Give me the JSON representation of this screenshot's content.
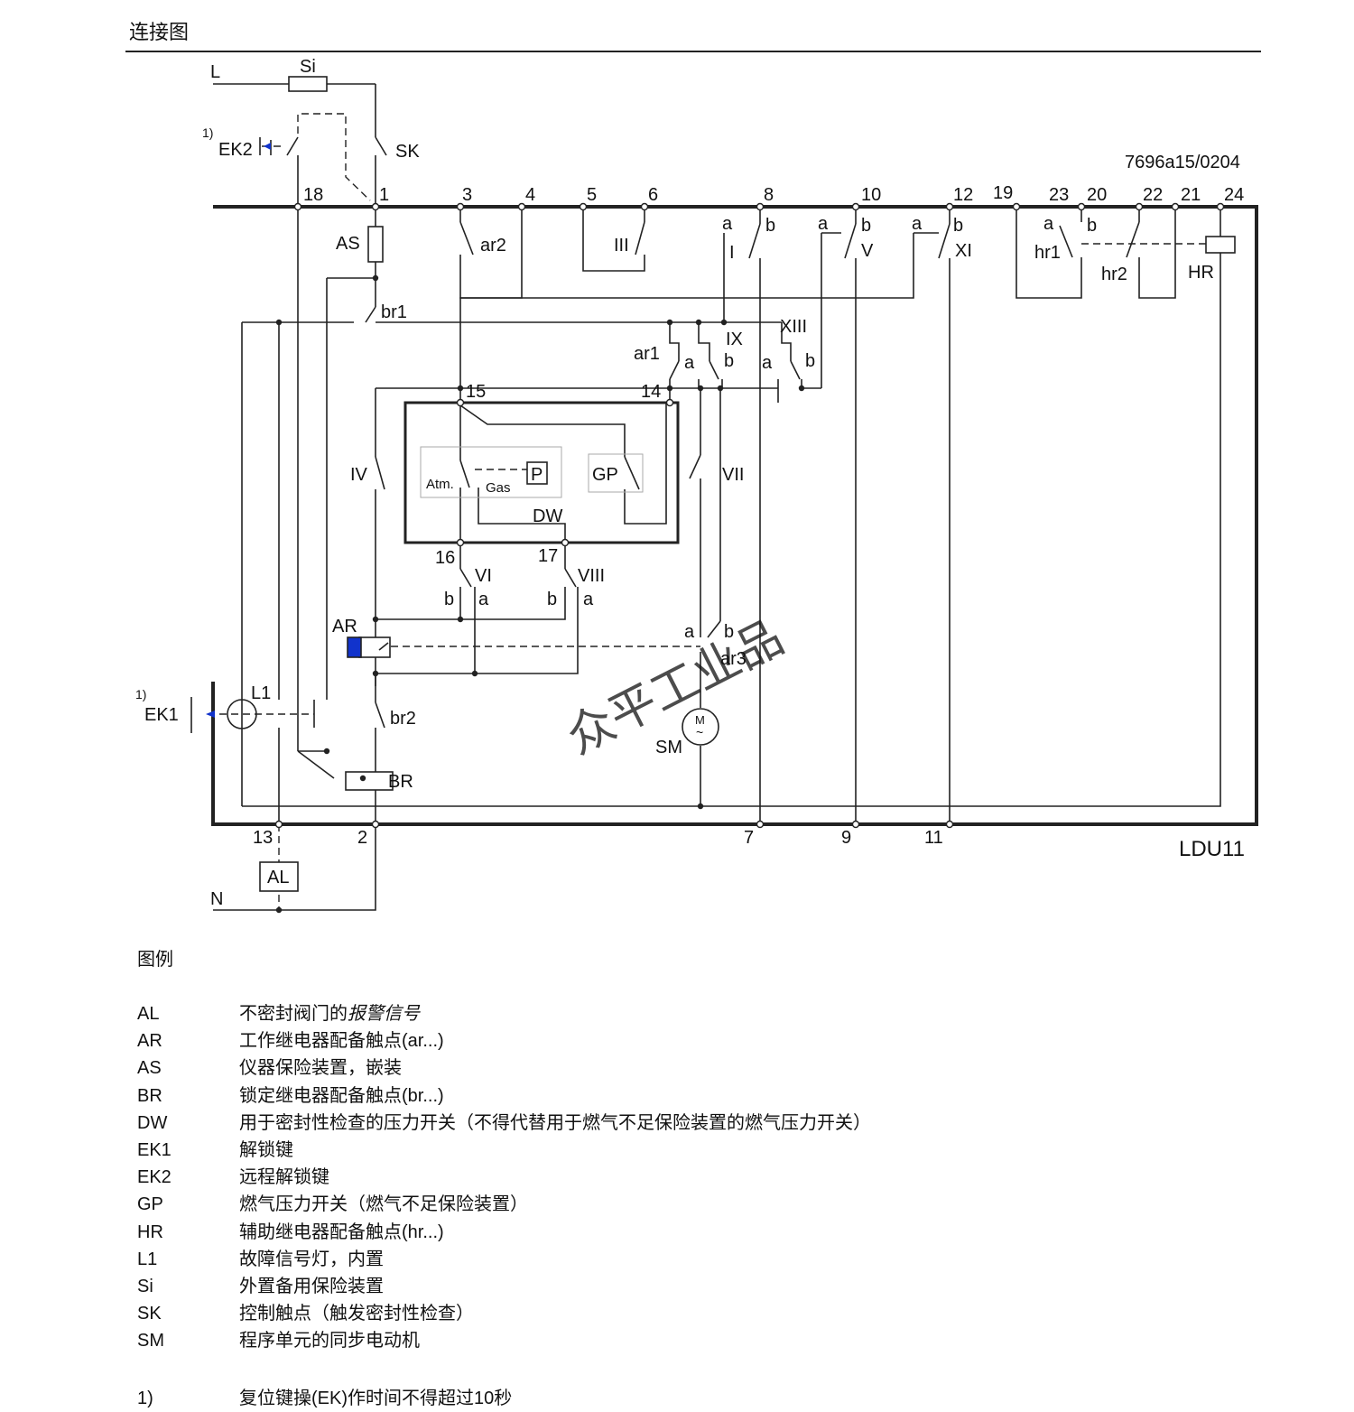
{
  "page_title": "连接图",
  "diagram": {
    "id_code": "7696a15/0204",
    "device_name": "LDU11",
    "watermark": "众平工业品",
    "terminals_top": [
      "18",
      "1",
      "3",
      "4",
      "5",
      "6",
      "8",
      "10",
      "12",
      "19",
      "23",
      "20",
      "22",
      "21",
      "24"
    ],
    "terminals_inner": [
      "15",
      "14",
      "16",
      "17"
    ],
    "terminals_bottom": [
      "13",
      "2",
      "7",
      "9",
      "11"
    ],
    "labels": {
      "L": "L",
      "N": "N",
      "Si": "Si",
      "SK": "SK",
      "EK2": "EK2",
      "EK1": "EK1",
      "fn_mark_1": "1)",
      "fn_mark_2": "1)",
      "AS": "AS",
      "br1": "br1",
      "br2": "br2",
      "ar1": "ar1",
      "ar2": "ar2",
      "ar3": "ar3",
      "III": "III",
      "I": "I",
      "V": "V",
      "XI": "XI",
      "IX": "IX",
      "XIII": "XIII",
      "IV": "IV",
      "VII": "VII",
      "VI": "VI",
      "VIII": "VIII",
      "AR": "AR",
      "BR": "BR",
      "L1": "L1",
      "AL": "AL",
      "SM": "SM",
      "M": "M",
      "tilde": "~",
      "hr1": "hr1",
      "hr2": "hr2",
      "HR": "HR",
      "GP": "GP",
      "P": "P",
      "DW": "DW",
      "Atm": "Atm.",
      "Gas": "Gas",
      "a": "a",
      "b": "b"
    }
  },
  "legend": {
    "title": "图例",
    "items": [
      {
        "code": "AL",
        "desc": "不密封阀门的",
        "desc_em": "报警信号"
      },
      {
        "code": "AR",
        "desc": "工作继电器配备触点(ar...)"
      },
      {
        "code": "AS",
        "desc": "仪器保险装置，嵌装"
      },
      {
        "code": "BR",
        "desc": "锁定继电器配备触点(br...)"
      },
      {
        "code": "DW",
        "desc": "用于密封性检查的压力开关（不得代替用于燃气不足保险装置的燃气压力开关）"
      },
      {
        "code": "EK1",
        "desc": "解锁键"
      },
      {
        "code": "EK2",
        "desc": "远程解锁键"
      },
      {
        "code": "GP",
        "desc": "燃气压力开关（燃气不足保险装置）"
      },
      {
        "code": "HR",
        "desc": "辅助继电器配备触点(hr...)"
      },
      {
        "code": "L1",
        "desc": "故障信号灯，内置"
      },
      {
        "code": "Si",
        "desc": "外置备用保险装置"
      },
      {
        "code": "SK",
        "desc": "控制触点（触发密封性检查）"
      },
      {
        "code": "SM",
        "desc": "程序单元的同步电动机"
      }
    ],
    "footnote": {
      "mark": "1)",
      "text": "复位键操(EK)作时间不得超过10秒"
    }
  }
}
